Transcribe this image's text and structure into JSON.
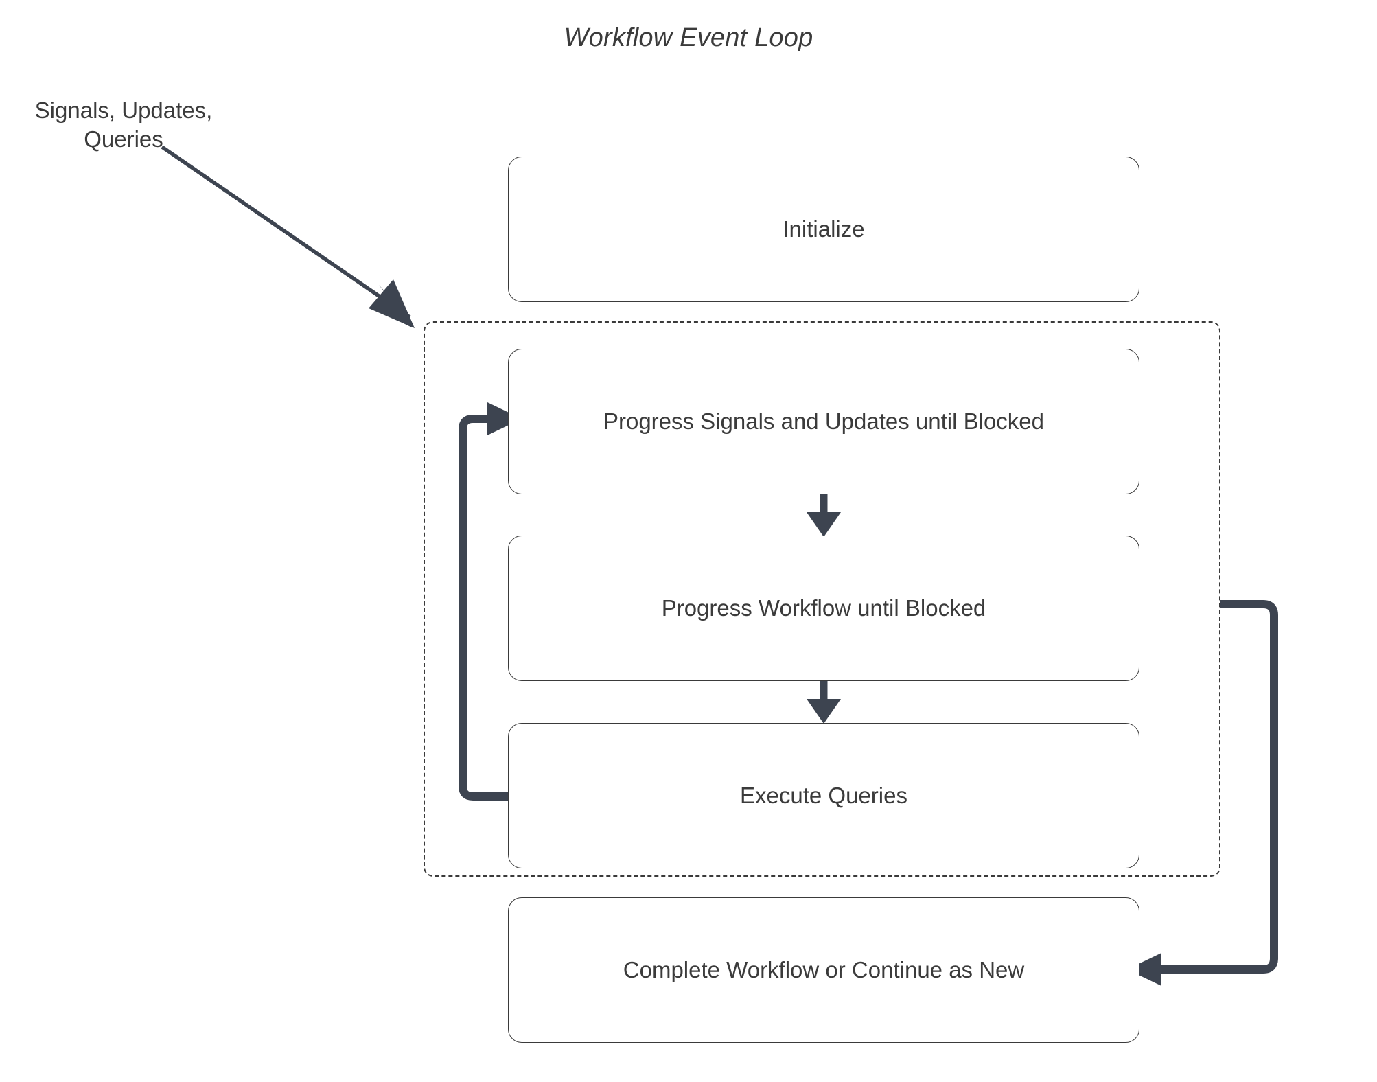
{
  "diagram": {
    "title": "Workflow Event Loop",
    "type": "flowchart",
    "background_color": "#ffffff",
    "node_stroke_color": "#3a3a3a",
    "node_fill_color": "#ffffff",
    "text_color": "#3b3b3b",
    "connector_color": "#3d4450",
    "external_label": {
      "line1": "Signals, Updates,",
      "line2": "Queries"
    },
    "nodes": [
      {
        "id": "initialize",
        "label": "Initialize"
      },
      {
        "id": "progress_su",
        "label": "Progress Signals and Updates until Blocked"
      },
      {
        "id": "progress_wf",
        "label": "Progress Workflow until Blocked"
      },
      {
        "id": "exec_queries",
        "label": "Execute Queries"
      },
      {
        "id": "complete",
        "label": "Complete Workflow or Continue as New"
      }
    ],
    "loop_group": {
      "style": "dashed",
      "contains": [
        "progress_su",
        "progress_wf",
        "exec_queries"
      ]
    },
    "edges": [
      {
        "from": "signals_updates_queries",
        "to": "loop_group",
        "style": "thin-diagonal-arrow"
      },
      {
        "from": "progress_su",
        "to": "progress_wf",
        "style": "thin-vertical-arrow"
      },
      {
        "from": "progress_wf",
        "to": "exec_queries",
        "style": "thin-vertical-arrow"
      },
      {
        "from": "exec_queries",
        "to": "progress_su",
        "style": "thick-loopback-arrow"
      },
      {
        "from": "loop_group",
        "to": "complete",
        "style": "thick-return-arrow"
      }
    ]
  }
}
